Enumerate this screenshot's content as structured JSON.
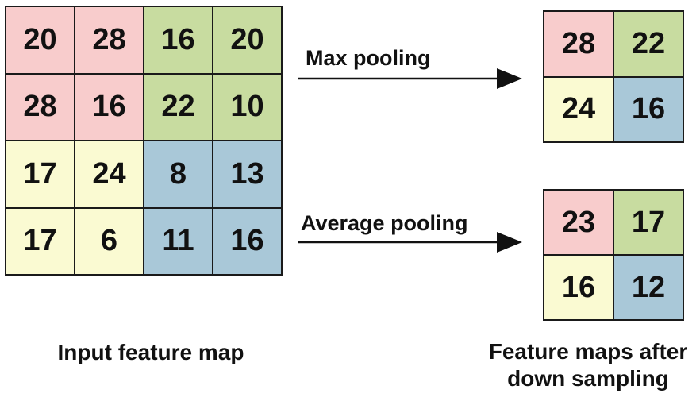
{
  "colors": {
    "red": "#f8cccc",
    "green": "#c8dca0",
    "yellow": "#fafad2",
    "blue": "#a9c8d8"
  },
  "input_map": {
    "caption": "Input feature map",
    "rows": [
      [
        {
          "v": "20",
          "c": "red"
        },
        {
          "v": "28",
          "c": "red"
        },
        {
          "v": "16",
          "c": "green"
        },
        {
          "v": "20",
          "c": "green"
        }
      ],
      [
        {
          "v": "28",
          "c": "red"
        },
        {
          "v": "16",
          "c": "red"
        },
        {
          "v": "22",
          "c": "green"
        },
        {
          "v": "10",
          "c": "green"
        }
      ],
      [
        {
          "v": "17",
          "c": "yellow"
        },
        {
          "v": "24",
          "c": "yellow"
        },
        {
          "v": "8",
          "c": "blue"
        },
        {
          "v": "13",
          "c": "blue"
        }
      ],
      [
        {
          "v": "17",
          "c": "yellow"
        },
        {
          "v": "6",
          "c": "yellow"
        },
        {
          "v": "11",
          "c": "blue"
        },
        {
          "v": "16",
          "c": "blue"
        }
      ]
    ]
  },
  "max_pooling": {
    "label": "Max pooling",
    "rows": [
      [
        {
          "v": "28",
          "c": "red"
        },
        {
          "v": "22",
          "c": "green"
        }
      ],
      [
        {
          "v": "24",
          "c": "yellow"
        },
        {
          "v": "16",
          "c": "blue"
        }
      ]
    ]
  },
  "average_pooling": {
    "label": "Average pooling",
    "rows": [
      [
        {
          "v": "23",
          "c": "red"
        },
        {
          "v": "17",
          "c": "green"
        }
      ],
      [
        {
          "v": "16",
          "c": "yellow"
        },
        {
          "v": "12",
          "c": "blue"
        }
      ]
    ]
  },
  "output_caption": {
    "line1": "Feature maps after",
    "line2": "down sampling"
  }
}
